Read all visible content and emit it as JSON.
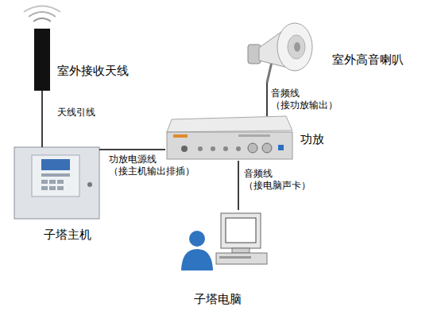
{
  "diagram": {
    "nodes": [
      {
        "text": [
          "室外接收天线"
        ]
      },
      {
        "text": [
          "室外高音喇叭"
        ]
      },
      {
        "text": [
          "功放"
        ]
      },
      {
        "text": [
          "子塔主机"
        ]
      },
      {
        "text": [
          "子塔电脑"
        ]
      }
    ],
    "edges": [
      {
        "from": 0,
        "to": 3,
        "label": "天线引线",
        "arrow": "none"
      },
      {
        "from": 3,
        "to": 2,
        "label": "功放电源线 （接主机输出排插）",
        "arrow": "none"
      },
      {
        "from": 1,
        "to": 2,
        "label": "音频线 （接功放输出）",
        "arrow": "none"
      },
      {
        "from": 2,
        "to": 4,
        "label": "音频线 （接电脑声卡）",
        "arrow": "none"
      }
    ]
  }
}
